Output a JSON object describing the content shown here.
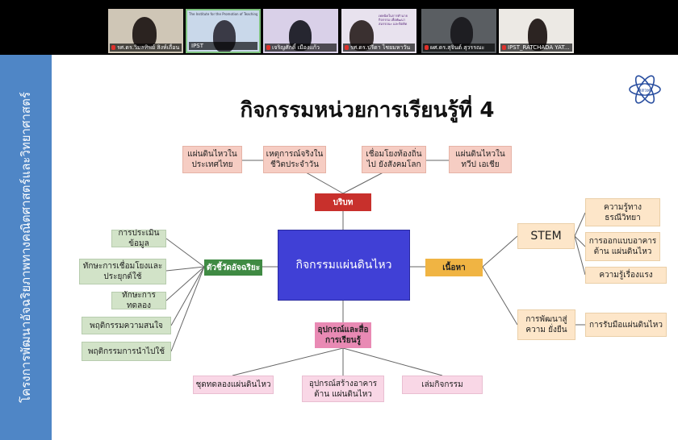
{
  "participants": [
    {
      "name": "รศ.ดร.วิมลทิพย์ สิงห์เถื่อน",
      "muted": true
    },
    {
      "name": "IPST",
      "muted": false,
      "slide_caption": "The Institute for the Promotion of Teaching Science and Technology"
    },
    {
      "name": "เจริญศักดิ์ เมืองแก้ว",
      "muted": true
    },
    {
      "name": "รศ.ดร.ปรีดา ไชยมหาวัน",
      "muted": true,
      "slide_caption": "เทคนิคในการทำนายกิจกรรม เพื่อพัฒนาสมรรถนะ และจิตคิด"
    },
    {
      "name": "ผศ.ดร.สุจินต์ สุวรรณะ",
      "muted": true
    },
    {
      "name": "IPST_RATCHADA YAT...",
      "muted": true
    }
  ],
  "slide": {
    "vertical_title": "โครงการพัฒนาอัจฉริยภาพทางคณิตศาสตร์และวิทยาศาสตร์",
    "logo_text": "สสวท.",
    "title": "กิจกรรมหน่วยการเรียนรู้ที่ 4",
    "center": "กิจกรรมแผ่นดินไหว",
    "context": {
      "label": "บริบท",
      "items": [
        "แผ่นดินไหวใน ประเทศไทย",
        "เหตุการณ์จริงใน ชีวิตประจำวัน",
        "เชื่อมโยงท้องถิ่นไป ยังสังคมโลก",
        "แผ่นดินไหวในทวีป เอเชีย"
      ]
    },
    "indicators": {
      "label": "ตัวชี้วัดอัจฉริยะ",
      "items": [
        "การประเมินข้อมูล",
        "ทักษะการเชื่อมโยงและ ประยุกต์ใช้",
        "ทักษะการทดลอง",
        "พฤติกรรมความสนใจ",
        "พฤติกรรมการนำไปใช้"
      ]
    },
    "content": {
      "label": "เนื้อหา",
      "stem": "STEM",
      "stem_items": [
        "ความรู้ทางธรณีวิทยา",
        "การออกแบบอาคารต้าน แผ่นดินไหว",
        "ความรู้เรื่องแรง"
      ],
      "sustain": "การพัฒนาสู่ความ ยั่งยืน",
      "sustain_item": "การรับมือแผ่นดินไหว"
    },
    "materials": {
      "label": "อุปกรณ์และสื่อ การเรียนรู้",
      "items": [
        "ชุดทดลองแผ่นดินไหว",
        "อุปกรณ์สร้างอาคารต้าน แผ่นดินไหว",
        "เล่มกิจกรรม"
      ]
    }
  }
}
